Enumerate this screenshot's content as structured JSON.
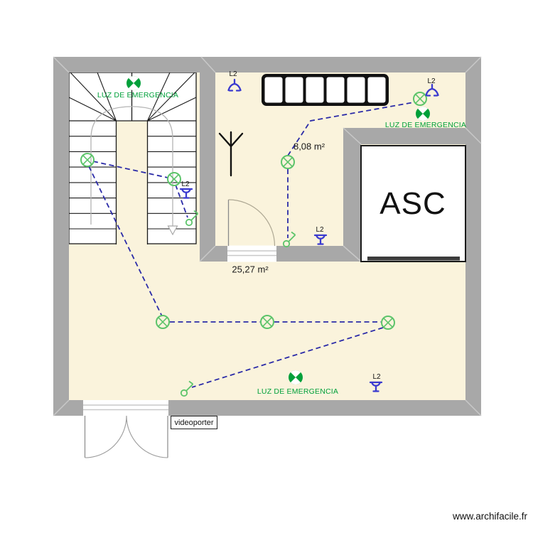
{
  "labels": {
    "emergency_light": "LUZ DE EMERGENCIA",
    "circuit": "L2",
    "videoporter": "videoporter"
  },
  "rooms": {
    "upper_room_area": "8,08 m²",
    "hall_area": "25,27 m²",
    "elevator": "ASC"
  },
  "watermark": "www.archifacile.fr",
  "colors": {
    "floor": "#FAF3DC",
    "wall": "#A8A8A8",
    "wall_miter": "#C8C8C8",
    "line_black": "#1A1A1A",
    "lamp_green": "#5CC46A",
    "emergency_green": "#00A03A",
    "device_blue": "#3A3ACF",
    "wire_blue": "#2B2BA8"
  },
  "legend_semantics": {
    "lamp_symbol": "ceiling light point (circle with X)",
    "emergency_symbol": "emergency light (quartered circle)",
    "switch_symbol": "one-way switch",
    "blue_symbols": "L2 circuit devices",
    "dashed_line": "wiring circuit L2"
  }
}
